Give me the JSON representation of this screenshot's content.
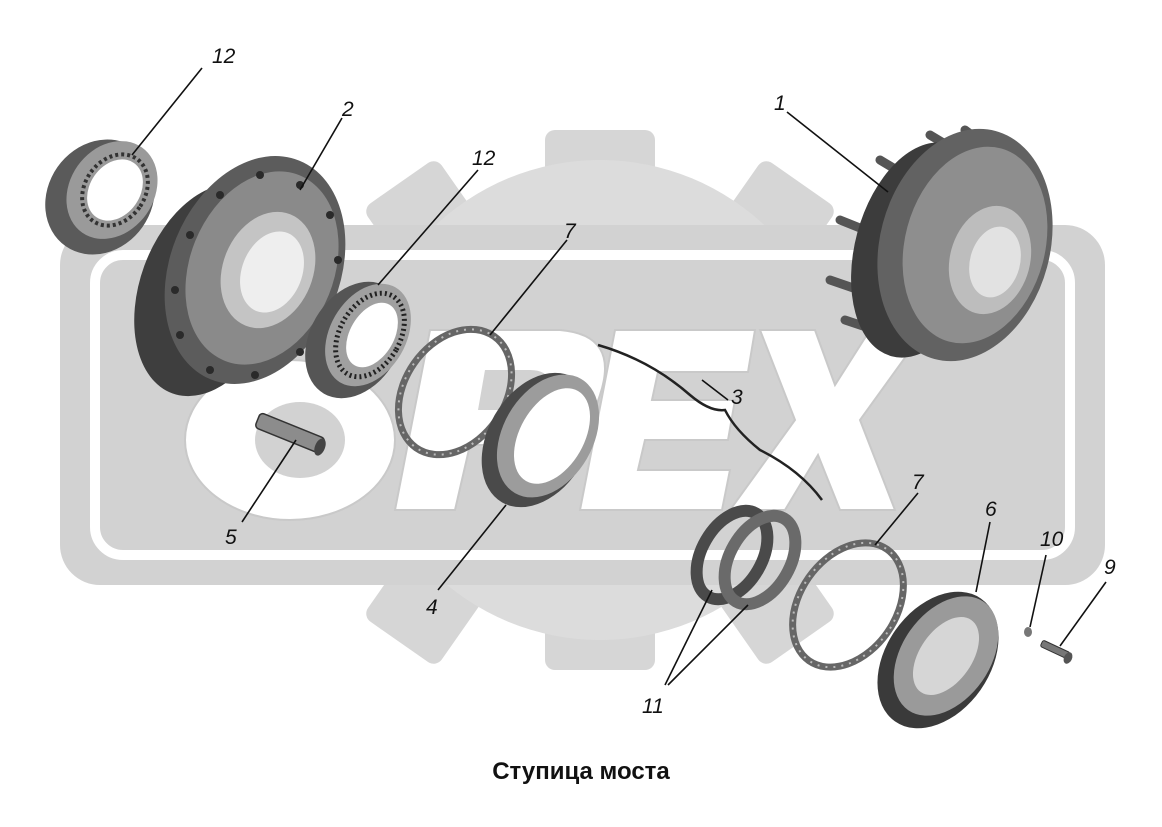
{
  "caption": "Ступица моста",
  "watermark": "OPEX",
  "callouts": {
    "c1": "1",
    "c2": "2",
    "c3": "3",
    "c4": "4",
    "c5": "5",
    "c6": "6",
    "c7a": "7",
    "c7b": "7",
    "c9": "9",
    "c10": "10",
    "c11": "11",
    "c12a": "12",
    "c12b": "12"
  },
  "colors": {
    "watermark_gray": "#d4d4d4",
    "part_dark": "#3a3a3a",
    "part_mid": "#7a7a7a",
    "part_light": "#b8b8b8",
    "line": "#111111"
  }
}
